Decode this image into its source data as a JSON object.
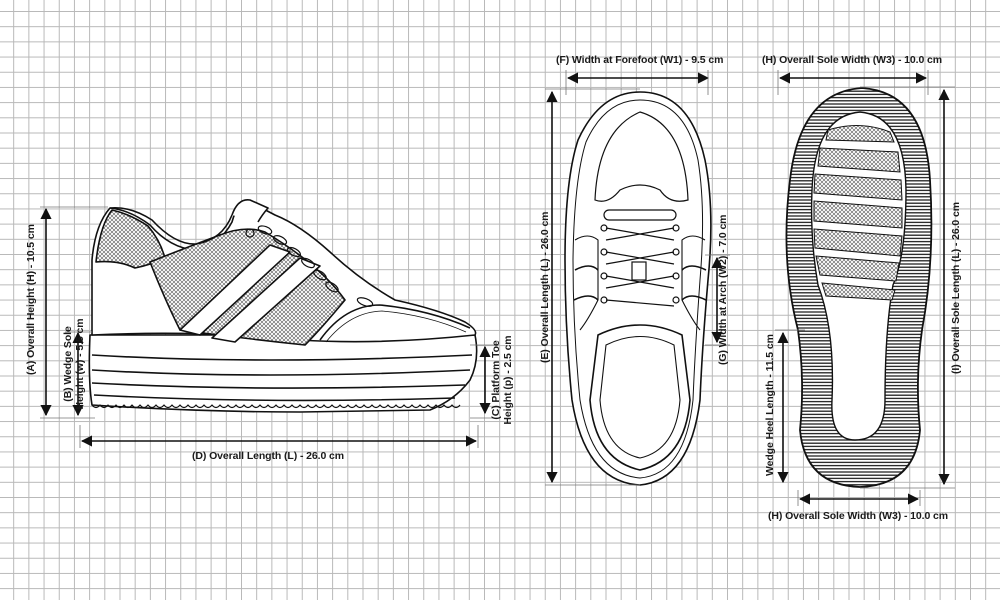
{
  "diagram": {
    "subject": "Platform wedge sneaker measurement guide",
    "views": [
      "side-view",
      "top-view",
      "sole-view"
    ]
  },
  "side_view": {
    "overall_height": "(A) Overall Height (H) - 10.5 cm",
    "wedge_sole_height_line1": "(B) Wedge Sole",
    "wedge_sole_height_line2": "Height (w) - 5.5 cm",
    "platform_toe_line1": "(C) Platform Toe",
    "platform_toe_line2": "Height (p) - 2.5 cm",
    "overall_length": "(D) Overall Length (L) - 26.0 cm"
  },
  "top_view": {
    "overall_length": "(E) Overall Length (L) - 26.0 cm",
    "width_forefoot": "(F) Width at Forefoot (W1) - 9.5 cm",
    "width_arch": "(G) Width at Arch (W2) - 7.0 cm"
  },
  "sole_view": {
    "sole_width_top": "(H) Overall Sole Width (W3) - 10.0 cm",
    "sole_width_bottom": "(H) Overall Sole Width (W3) - 10.0 cm",
    "sole_length": "(I) Overall Sole Length (L) - 26.0 cm",
    "wedge_heel_length": "Wedge Heel Length - 11.5 cm"
  },
  "colors": {
    "background": "#ffffff",
    "grid": "#b8b8b8",
    "ink": "#1a1a1a"
  }
}
